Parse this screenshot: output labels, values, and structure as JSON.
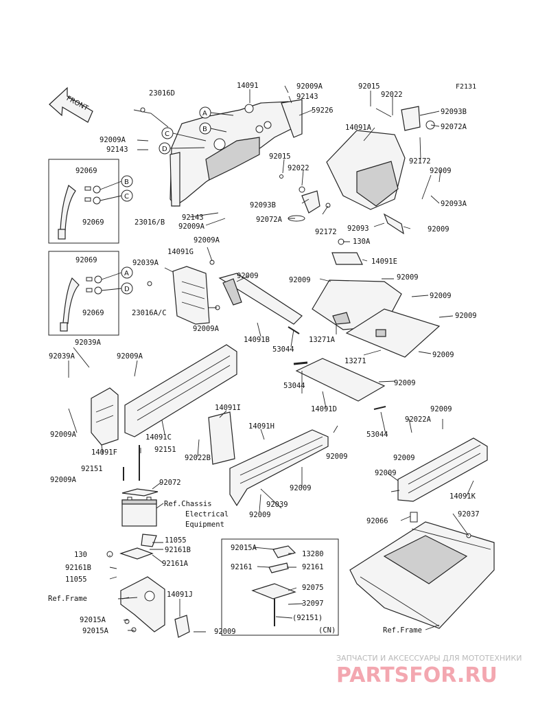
{
  "diagram_code": "F2131",
  "front_arrow_label": "FRONT",
  "callouts": {
    "a": "A",
    "b": "B",
    "c": "C",
    "d": "D"
  },
  "inset_labels": {
    "ref_chassis": "Ref.Chassis",
    "electrical": "Electrical",
    "equipment": "Equipment",
    "ref_frame_left": "Ref.Frame",
    "ref_frame_right": "Ref.Frame",
    "cn": "(CN)",
    "bracket_92151": "(92151)"
  },
  "part_labels": {
    "p14091_top": "14091",
    "p23016D": "23016D",
    "p92009A_t1": "92009A",
    "p92143_t1": "92143",
    "p59226": "59226",
    "p92015_t": "92015",
    "p92022_t": "92022",
    "p92093B_t": "92093B",
    "p92072A_t": "92072A",
    "p14091A": "14091A",
    "p92172_t": "92172",
    "p92009_r1": "92009",
    "p92093A": "92093A",
    "p92009A_l": "92009A",
    "p92143_l": "92143",
    "p92015_m": "92015",
    "p92022_m": "92022",
    "p92093B_m": "92093B",
    "p92072A_m": "92072A",
    "p92172_m": "92172",
    "p92093": "92093",
    "p92009_r2": "92009",
    "p92069_1": "92069",
    "p92069_2": "92069",
    "p23016B": "23016/B",
    "p92143_b": "92143",
    "p92009A_b": "92009A",
    "p130A": "130A",
    "p14091E": "14091E",
    "p92069_3": "92069",
    "p92069_4": "92069",
    "p92039A_1": "92039A",
    "p14091G": "14091G",
    "p92009A_g": "92009A",
    "p92009_g": "92009",
    "p23016AC": "23016A/C",
    "p92009_e1": "92009",
    "p92009_e2": "92009",
    "p92009_e3": "92009",
    "p92009_e4": "92009",
    "p92009_e5": "92009",
    "p92009A_g2": "92009A",
    "p14091B": "14091B",
    "p13271A": "13271A",
    "p53044_1": "53044",
    "p13271": "13271",
    "p92039A_2": "92039A",
    "p92039A_3": "92039A",
    "p92009A_c": "92009A",
    "p53044_2": "53044",
    "p92009_d": "92009",
    "p14091D": "14091D",
    "p92009A_f1": "92009A",
    "p14091C": "14091C",
    "p14091I": "14091I",
    "p14091H": "14091H",
    "p53044_3": "53044",
    "p92009_k1": "92009",
    "p92022A": "92022A",
    "p14091F": "14091F",
    "p92151_1": "92151",
    "p92022B": "92022B",
    "p92009_h": "92009",
    "p92009_k2": "92009",
    "p92151_2": "92151",
    "p92072": "92072",
    "p92009A_f2": "92009A",
    "p92009_h2": "92009",
    "p92039": "92039",
    "p92009_h3": "92009",
    "p92009_k3": "92009",
    "p14091K": "14091K",
    "p11055_1": "11055",
    "p92161B_1": "92161B",
    "p92066": "92066",
    "p92037": "92037",
    "p92015A_1": "92015A",
    "p13280": "13280",
    "p130": "130",
    "p92161B_2": "92161B",
    "p92161_1": "92161",
    "p92161_2": "92161",
    "p92161A": "92161A",
    "p11055_2": "11055",
    "p92075": "92075",
    "p14091J": "14091J",
    "p32097": "32097",
    "p92015A_2": "92015A",
    "p92015A_3": "92015A",
    "p92009_j": "92009"
  },
  "watermark": {
    "tagline": "ЗАПЧАСТИ И АКСЕССУАРЫ ДЛЯ МОТОТЕХНИКИ",
    "brand": "PARTSFOR.RU"
  }
}
